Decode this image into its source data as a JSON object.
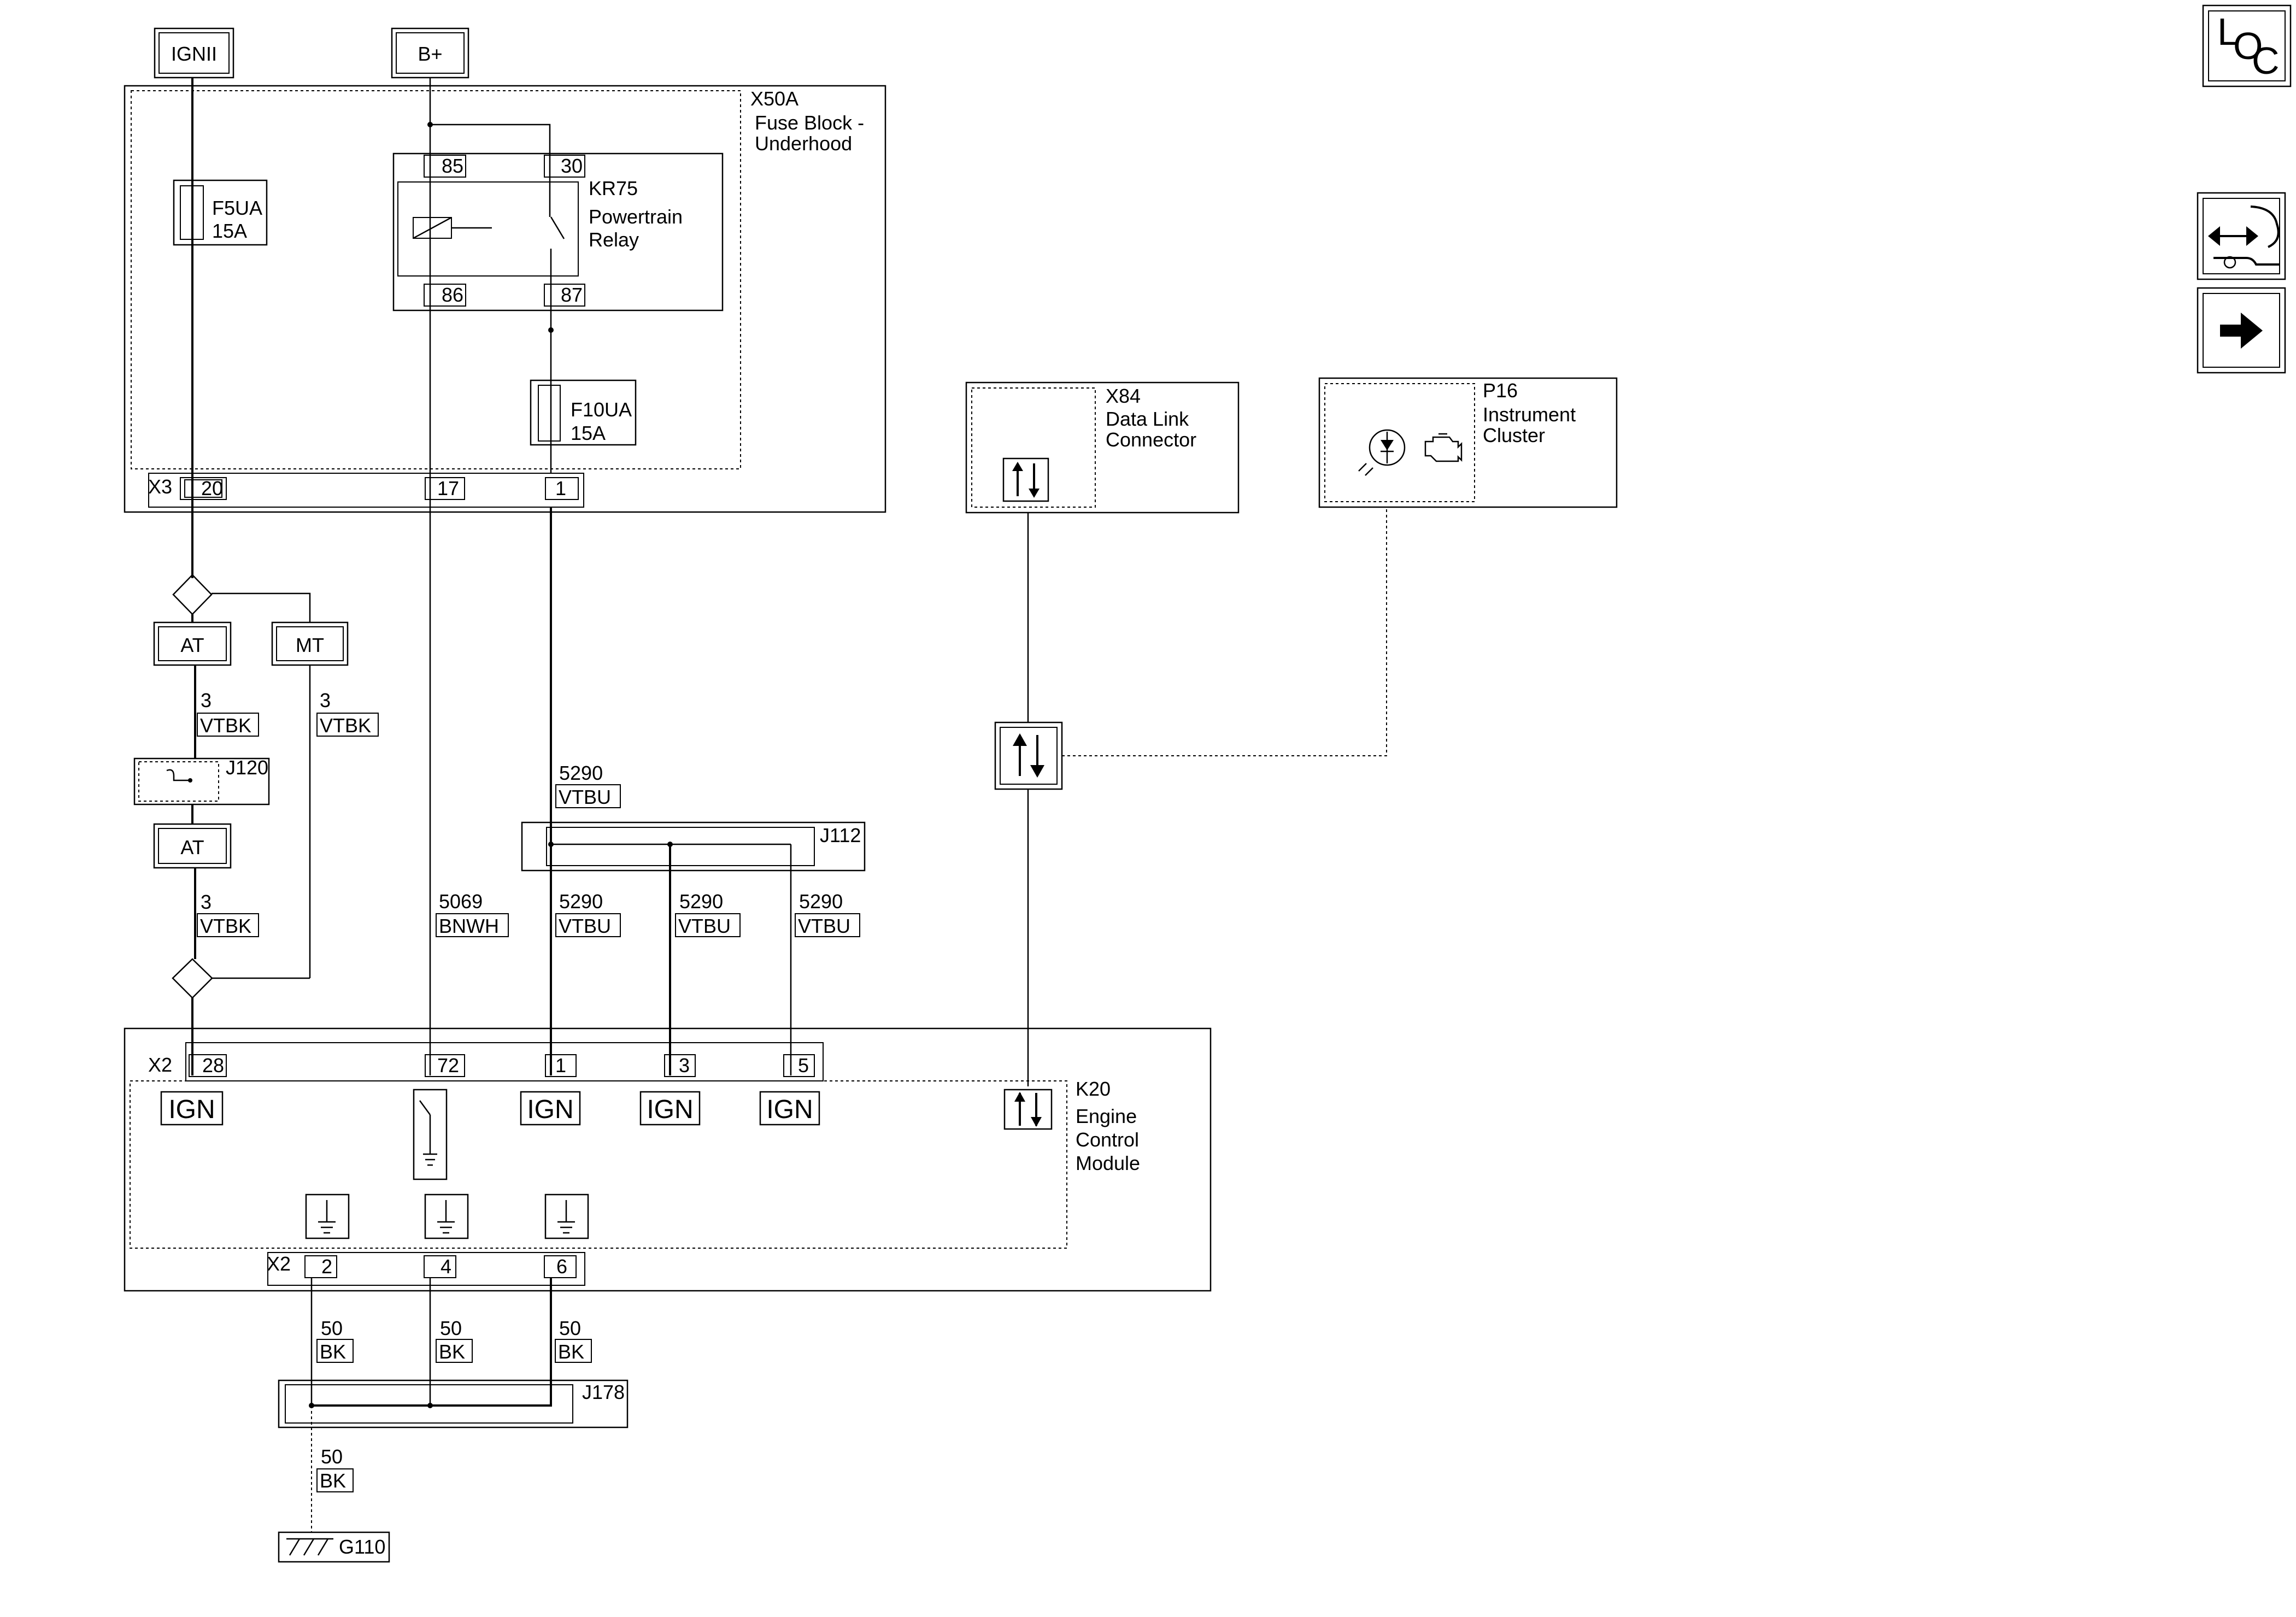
{
  "sources": {
    "ignition": "IGNII",
    "battery": "B+"
  },
  "fuse_block": {
    "id": "X50A",
    "name_line1": "Fuse Block -",
    "name_line2": "Underhood",
    "connector": "X3",
    "pins": [
      "20",
      "17",
      "1"
    ]
  },
  "fuse_f5ua": {
    "id": "F5UA",
    "rating": "15A"
  },
  "fuse_f10ua": {
    "id": "F10UA",
    "rating": "15A"
  },
  "relay": {
    "id": "KR75",
    "name_line1": "Powertrain",
    "name_line2": "Relay",
    "pins": [
      "85",
      "30",
      "86",
      "87"
    ]
  },
  "options": {
    "automatic": "AT",
    "manual": "MT"
  },
  "wires": {
    "vtbk_size": "3",
    "vtbk_color": "VTBK",
    "vtbu_circuit": "5290",
    "vtbu_color": "VTBU",
    "bnwh_circuit": "5069",
    "bnwh_color": "BNWH",
    "bk_size": "50",
    "bk_color": "BK"
  },
  "splices": {
    "j120": "J120",
    "j112": "J112",
    "j178": "J178"
  },
  "dlc": {
    "id": "X84",
    "name_line1": "Data Link",
    "name_line2": "Connector"
  },
  "cluster": {
    "id": "P16",
    "name_line1": "Instrument",
    "name_line2": "Cluster"
  },
  "ecm": {
    "id": "K20",
    "name_line1": "Engine",
    "name_line2": "Control",
    "name_line3": "Module",
    "connector": "X2",
    "input_pins": [
      "28",
      "72",
      "1",
      "3",
      "5"
    ],
    "ground_pins": [
      "2",
      "4",
      "6"
    ],
    "ign_label": "IGN"
  },
  "ground": {
    "id": "G110"
  },
  "nav": {
    "loc_l": "L",
    "loc_o": "O",
    "loc_c": "C"
  }
}
